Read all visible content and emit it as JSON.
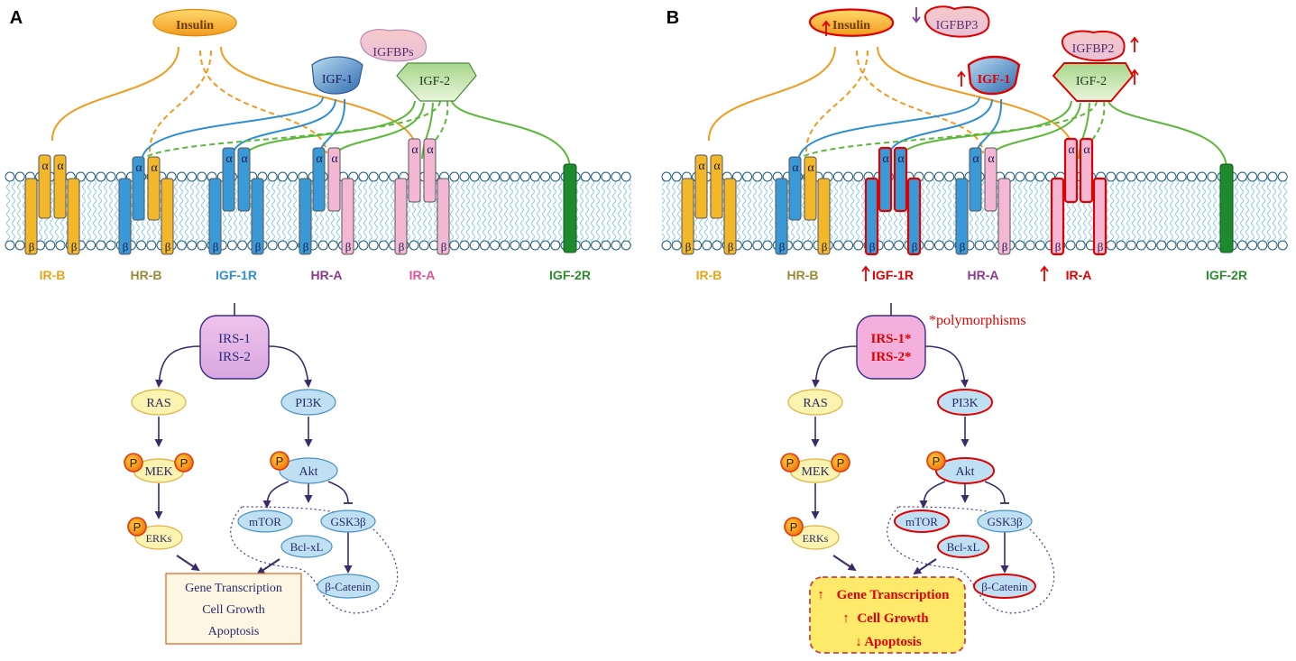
{
  "panels": [
    {
      "letter": "A",
      "insulin": "Insulin",
      "igf1": "IGF-1",
      "igf2": "IGF-2",
      "igfbp_a": "IGFBPs",
      "receptors": [
        {
          "label": "IR-B",
          "color": "#e8a317"
        },
        {
          "label": "HR-B",
          "color": "#9a8a3a"
        },
        {
          "label": "IGF-1R",
          "color": "#2f8fd0"
        },
        {
          "label": "HR-A",
          "color": "#8a3a8a"
        },
        {
          "label": "IR-A",
          "color": "#e0539c"
        },
        {
          "label": "IGF-2R",
          "color": "#2e8b2e"
        }
      ],
      "irs1": "IRS-1",
      "irs2": "IRS-2",
      "ras": "RAS",
      "pi3k": "PI3K",
      "mek": "MEK",
      "akt": "Akt",
      "erks": "ERKs",
      "mtor": "mTOR",
      "gsk": "GSK3β",
      "bcl": "Bcl-xL",
      "catenin": "β-Catenin",
      "p": "P",
      "alpha": "α",
      "beta": "β",
      "out1": "Gene Transcription",
      "out2": "Cell Growth",
      "out3": "Apoptosis"
    },
    {
      "letter": "B",
      "insulin": "Insulin",
      "igf1": "IGF-1",
      "igf2": "IGF-2",
      "igfbp3": "IGFBP3",
      "igfbp2": "IGFBP2",
      "receptors": [
        {
          "label": "IR-B",
          "color": "#e8a317"
        },
        {
          "label": "HR-B",
          "color": "#9a8a3a"
        },
        {
          "label": "IGF-1R",
          "color": "#e00000"
        },
        {
          "label": "HR-A",
          "color": "#8a3a8a"
        },
        {
          "label": "IR-A",
          "color": "#e00000"
        },
        {
          "label": "IGF-2R",
          "color": "#2e8b2e"
        }
      ],
      "polymorphisms": "*polymorphisms",
      "irs1": "IRS-1*",
      "irs2": "IRS-2*",
      "ras": "RAS",
      "pi3k": "PI3K",
      "mek": "MEK",
      "akt": "Akt",
      "erks": "ERKs",
      "mtor": "mTOR",
      "gsk": "GSK3β",
      "bcl": "Bcl-xL",
      "catenin": "β-Catenin",
      "p": "P",
      "alpha": "α",
      "beta": "β",
      "out1": "Gene Transcription",
      "out2": "Cell Growth",
      "out3": "Apoptosis",
      "up_arrow": "↑",
      "down_arrow": "↓"
    }
  ]
}
